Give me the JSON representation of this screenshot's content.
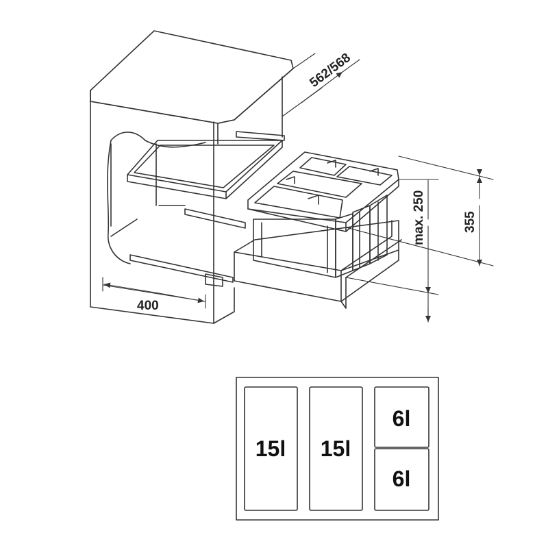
{
  "dimensions": {
    "depth": "562/568",
    "width": "400",
    "max_height": "max. 250",
    "height": "355"
  },
  "bins": [
    {
      "label": "15l"
    },
    {
      "label": "15l"
    },
    {
      "label": "6l"
    },
    {
      "label": "6l"
    }
  ],
  "colors": {
    "outline": "#333333",
    "fill": "#e8e8e8",
    "bin_fill": "#d0d0d0",
    "bin_dark": "#b8b8b8"
  }
}
